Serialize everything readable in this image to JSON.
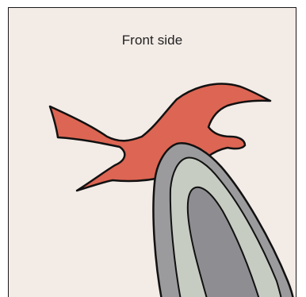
{
  "panel": {
    "title": "Front side"
  },
  "colors": {
    "background": "#f3ebe6",
    "bird_fill": "#dd6553",
    "outline": "#111111",
    "iron_outer": "#9b9b9d",
    "iron_soleplate": "#c6ccc2",
    "iron_center": "#8e8e92"
  },
  "icons": {
    "bird": "bird-stain-shape",
    "iron": "iron-soleplate-shape"
  }
}
